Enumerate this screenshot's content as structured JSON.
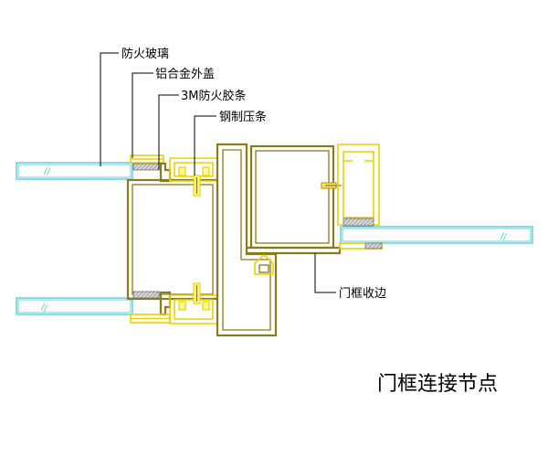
{
  "title": "门框连接节点",
  "labels": {
    "fire_glass": "防火玻璃",
    "aluminum_cover": "铝合金外盖",
    "fire_tape": "3M防火胶条",
    "steel_bead": "钢制压条",
    "frame_trim": "门框收边"
  },
  "colors": {
    "glass": "#3cc6d2",
    "steel_profile": "#8a7a1e",
    "aluminum_profile": "#e6d200",
    "gasket": "#9a9a9a",
    "leader": "#000000"
  }
}
